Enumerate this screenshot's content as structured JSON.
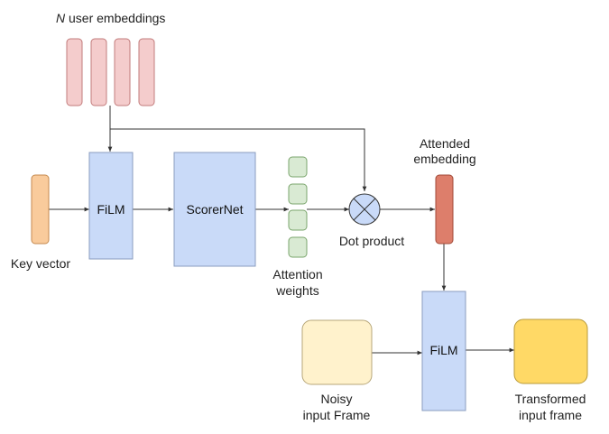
{
  "labels": {
    "user_embeddings_n": "N",
    "user_embeddings_rest": " user embeddings",
    "key_vector": "Key vector",
    "attention_line1": "Attention",
    "attention_line2": "weights",
    "dot_product": "Dot product",
    "attended_line1": "Attended",
    "attended_line2": "embedding",
    "noisy_line1": "Noisy",
    "noisy_line2": "input Frame",
    "transformed_line1": "Transformed",
    "transformed_line2": "input frame"
  },
  "blocks": {
    "film_top": "FiLM",
    "scorernet": "ScorerNet",
    "film_bottom": "FiLM"
  },
  "colors": {
    "user_embedding_fill": "#f4cccc",
    "user_embedding_stroke": "#c27b7b",
    "key_vector_fill": "#f9cb9c",
    "key_vector_stroke": "#c58a4f",
    "block_fill": "#c9daf8",
    "block_stroke": "#8a9cbf",
    "attention_fill": "#d9ead3",
    "attention_stroke": "#7aa56c",
    "dot_fill": "#c9daf8",
    "attended_fill": "#dd7e6b",
    "attended_stroke": "#a14a38",
    "noisy_fill": "#fff2cc",
    "noisy_stroke": "#b7a77a",
    "transformed_fill": "#ffd966",
    "transformed_stroke": "#b89a3a"
  }
}
